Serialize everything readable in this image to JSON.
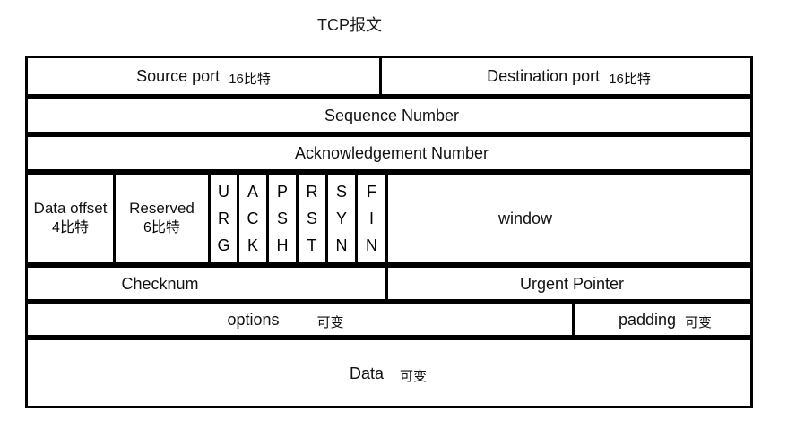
{
  "title": "TCP报文",
  "packet": {
    "rows": [
      {
        "name": "ports",
        "cells": [
          {
            "label": "Source port",
            "size": "16比特"
          },
          {
            "label": "Destination port",
            "size": "16比特"
          }
        ]
      },
      {
        "name": "sequence",
        "cells": [
          {
            "label": "Sequence Number"
          }
        ]
      },
      {
        "name": "acknowledgement",
        "cells": [
          {
            "label": "Acknowledgement Number"
          }
        ]
      },
      {
        "name": "flags",
        "cells": [
          {
            "label": "Data offset",
            "size": "4比特"
          },
          {
            "label": "Reserved",
            "size": "6比特"
          },
          {
            "label": "URG"
          },
          {
            "label": "ACK"
          },
          {
            "label": "PSH"
          },
          {
            "label": "RST"
          },
          {
            "label": "SYN"
          },
          {
            "label": "FIN"
          },
          {
            "label": "window"
          }
        ]
      },
      {
        "name": "checksum",
        "cells": [
          {
            "label": "Checknum"
          },
          {
            "label": "Urgent Pointer"
          }
        ]
      },
      {
        "name": "options",
        "cells": [
          {
            "label": "options",
            "size": "可变"
          },
          {
            "label": "padding",
            "size": "可变"
          }
        ]
      },
      {
        "name": "data",
        "cells": [
          {
            "label": "Data",
            "size": "可变"
          }
        ]
      }
    ],
    "flag_letters": {
      "urg": [
        "U",
        "R",
        "G"
      ],
      "ack": [
        "A",
        "C",
        "K"
      ],
      "psh": [
        "P",
        "S",
        "H"
      ],
      "rst": [
        "R",
        "S",
        "T"
      ],
      "syn": [
        "S",
        "Y",
        "N"
      ],
      "fin": [
        "F",
        "I",
        "N"
      ]
    },
    "colors": {
      "border": "#000000",
      "background": "#ffffff",
      "text": "#111111"
    }
  }
}
